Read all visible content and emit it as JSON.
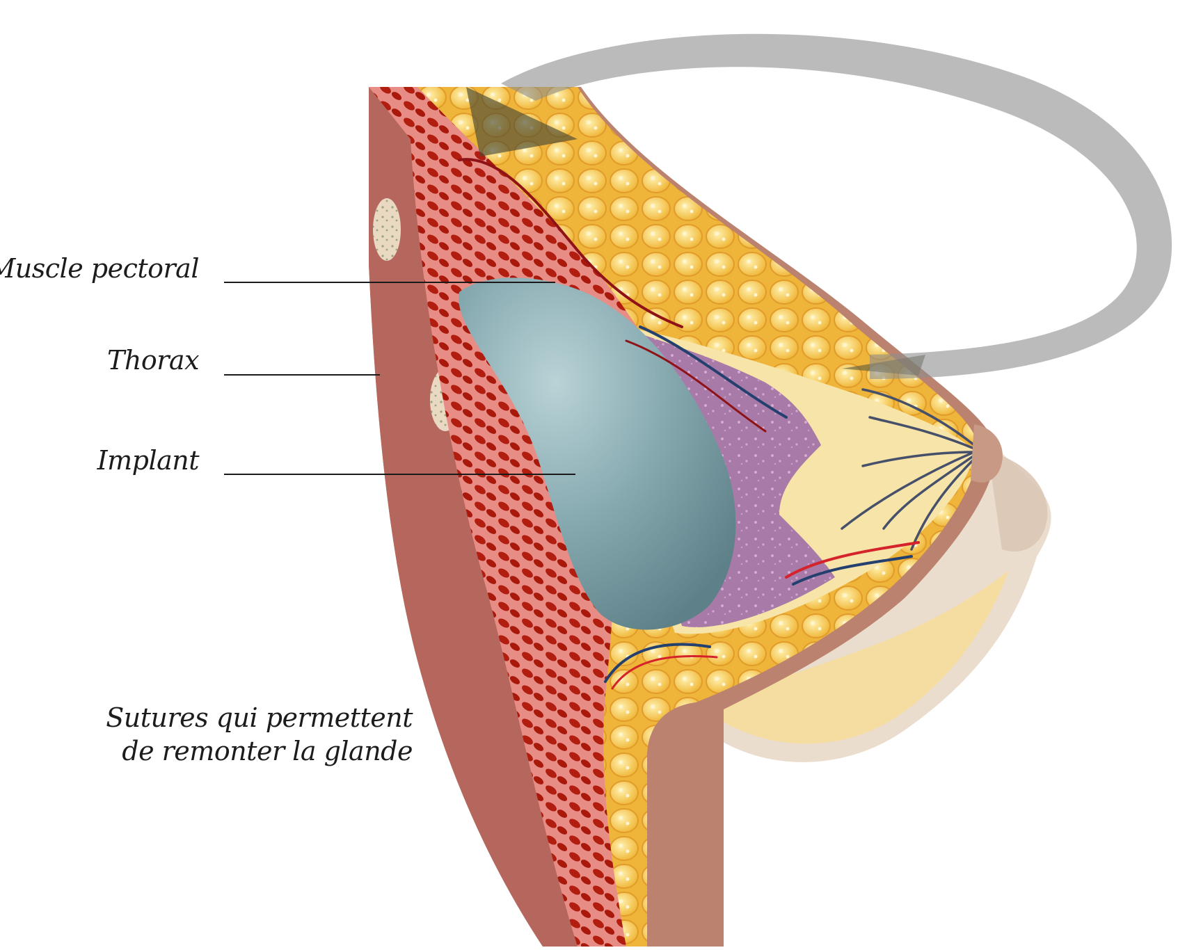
{
  "labels": {
    "muscle_pectoral": "Muscle pectoral",
    "thorax": "Thorax",
    "implant": "Implant",
    "sutures_line1": "Sutures qui permettent",
    "sutures_line2": "de remonter la glande"
  },
  "colors": {
    "skin": "#b97f6f",
    "muscle": "#b3200f",
    "fat": "#f3c24a",
    "gland": "#a578a6",
    "implant": "#7fa6ad",
    "arrow": "#999999"
  }
}
